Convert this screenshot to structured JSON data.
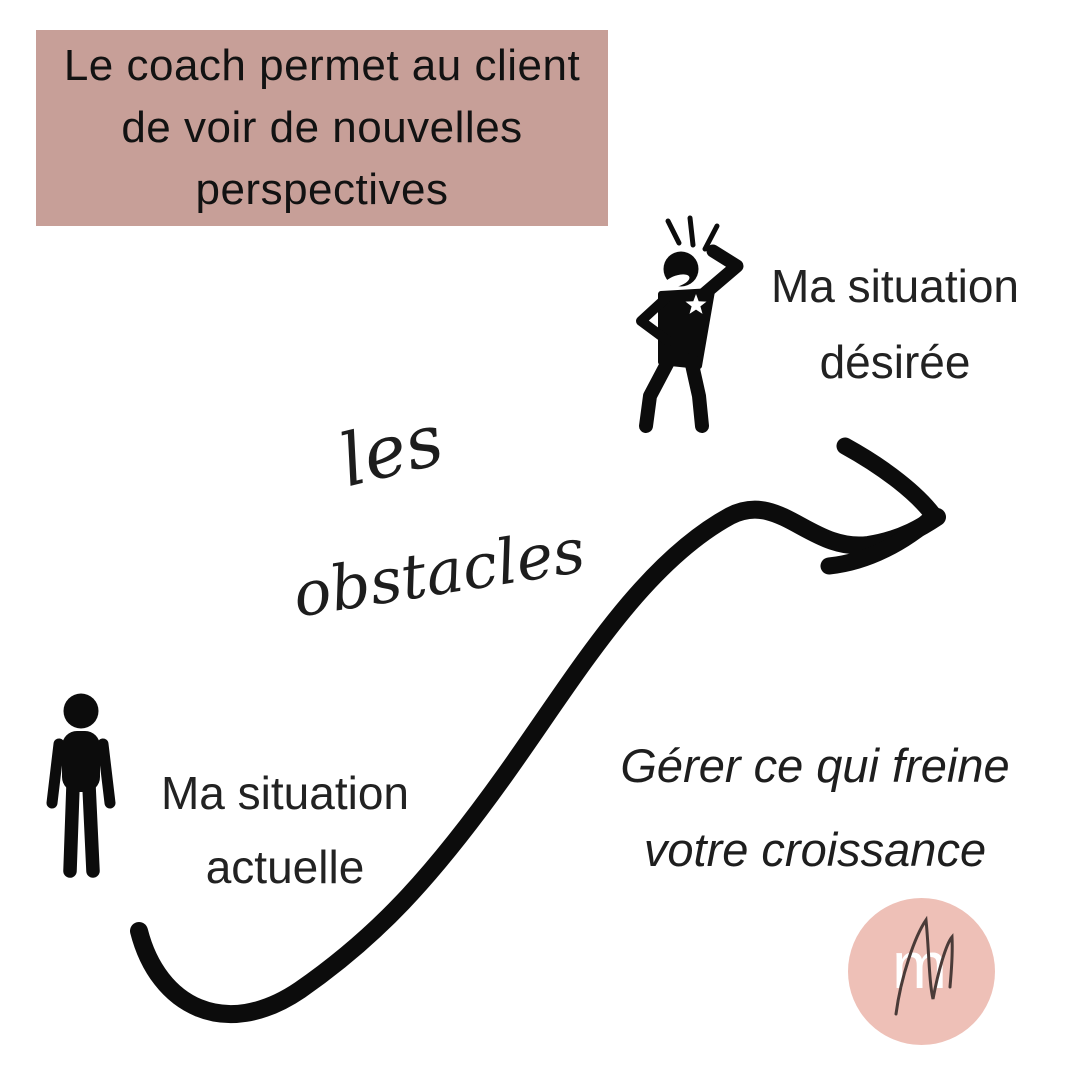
{
  "banner": {
    "lines": [
      "Le coach permet au client",
      "de voir de nouvelles",
      "perspectives"
    ],
    "bg_color": "#c79f98",
    "text_color": "#121212"
  },
  "desired_label": {
    "line1": "Ma situation",
    "line2": "désirée"
  },
  "current_label": {
    "line1": "Ma situation",
    "line2": "actuelle"
  },
  "obstacles_label": {
    "line1": "les",
    "line2": "obstacles"
  },
  "caption": {
    "line1": "Gérer ce qui freine",
    "line2": "votre croissance"
  },
  "logo": {
    "white_letter": "m",
    "script_letter": "M",
    "circle_color": "#eec0b7",
    "script_color": "#4a3b38"
  },
  "colors": {
    "background": "#ffffff",
    "ink": "#0c0c0c",
    "text": "#1f1f1f"
  },
  "icons": [
    "person-standing-icon",
    "person-confident-icon",
    "star-icon",
    "smile-icon",
    "excitement-rays-icon",
    "growth-arrow-icon",
    "script-m-icon"
  ]
}
